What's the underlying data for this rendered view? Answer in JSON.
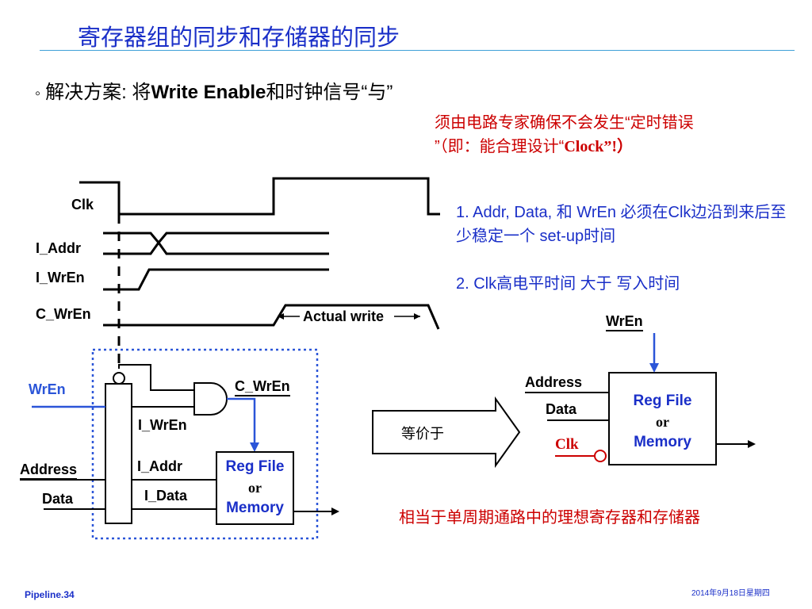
{
  "slide": {
    "title": "寄存器组的同步和存储器的同步",
    "bullet_marker": "◦",
    "bullet_prefix": "解决方案: 将",
    "bullet_bold": "Write Enable",
    "bullet_suffix": "和时钟信号“与”",
    "red_note_line1": "须由电路专家确保不会发生“定时错误",
    "red_note_line2_prefix": "”（即：能合理设计“",
    "red_note_line2_clock": "Clock",
    "red_note_line2_suffix": "”!）",
    "blue_note_1": "1. Addr, Data, 和 WrEn 必须在Clk边沿到来后至少稳定一个 set-up时间",
    "blue_note_2": "2. Clk高电平时间  大于  写入时间",
    "equiv_label": "等价于",
    "red_caption": "相当于单周期通路中的理想寄存器和存储器",
    "footer_left": "Pipeline.34",
    "footer_right": "2014年9月18日星期四"
  },
  "timing": {
    "clk": "Clk",
    "i_addr": "I_Addr",
    "i_wren": "I_WrEn",
    "c_wren": "C_WrEn",
    "actual_write": "Actual write"
  },
  "left_circuit": {
    "wren": "WrEn",
    "address": "Address",
    "data": "Data",
    "c_wren": "C_WrEn",
    "i_wren": "I_WrEn",
    "i_addr": "I_Addr",
    "i_data": "I_Data",
    "block_line1": "Reg File",
    "block_or": "or",
    "block_line2": "Memory"
  },
  "right_circuit": {
    "wren": "WrEn",
    "address": "Address",
    "data": "Data",
    "clk": "Clk",
    "block_line1": "Reg File",
    "block_or": "or",
    "block_line2": "Memory"
  },
  "colors": {
    "title_blue": "#1a2fc8",
    "note_red": "#cc0000",
    "wire_blue": "#2b55d8",
    "dotted_border": "#2b55d8"
  }
}
